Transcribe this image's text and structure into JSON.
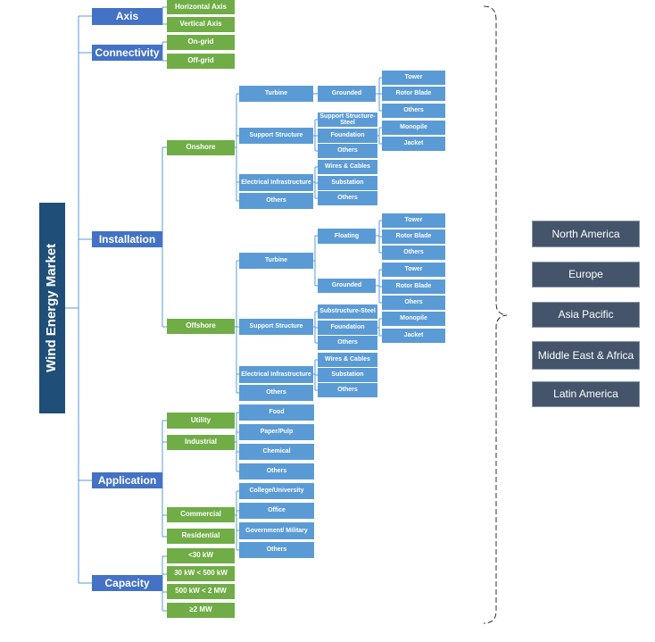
{
  "title": "Wind Energy Market",
  "segments": {
    "axis": "Axis",
    "connectivity": "Connectivity",
    "installation": "Installation",
    "application": "Application",
    "capacity": "Capacity"
  },
  "axis_items": [
    "Horizontal Axis",
    "Vertical Axis"
  ],
  "connectivity_items": [
    "On-grid",
    "Off-grid"
  ],
  "installation": {
    "onshore": "Onshore",
    "offshore": "Offshore",
    "turbine": "Turbine",
    "support_structure": "Support Structure",
    "electrical_infrastructure": "Electrical Infrastructure",
    "others": "Others",
    "grounded": "Grounded",
    "floating": "Floating",
    "support_structure_steel": "Support Structure- Steel",
    "substructure_steel": "Substructure-Steel",
    "foundation": "Foundation",
    "wires_cables": "Wires & Cables",
    "wires_cables_offshore": "Wires  & Cables",
    "substation": "Substation",
    "tower": "Tower",
    "rotor_blade": "Rotor Blade",
    "monopile": "Monopile",
    "jacket": "Jacket",
    "ohers": "Ohers"
  },
  "application": {
    "utility": "Utility",
    "industrial": "Industrial",
    "commercial": "Commercial",
    "residential": "Residential",
    "industrial_items": [
      "Food",
      "Paper/Pulp",
      "Chemical",
      "Others"
    ],
    "commercial_items": [
      "College/University",
      "Office",
      "Government/ Military",
      "Others"
    ]
  },
  "capacity_items": [
    "<30 kW",
    "30 kW < 500 kW",
    "500 kW < 2 MW",
    "≥2 MW"
  ],
  "regions": [
    "North America",
    "Europe",
    "Asia Pacific",
    "Middle East & Africa",
    "Latin America"
  ],
  "colors": {
    "root": "#1f4e79",
    "level1": "#4472c4",
    "green": "#70ad47",
    "blue": "#5b9bd5",
    "region": "#44546a",
    "connector": "#5b9bd5"
  }
}
